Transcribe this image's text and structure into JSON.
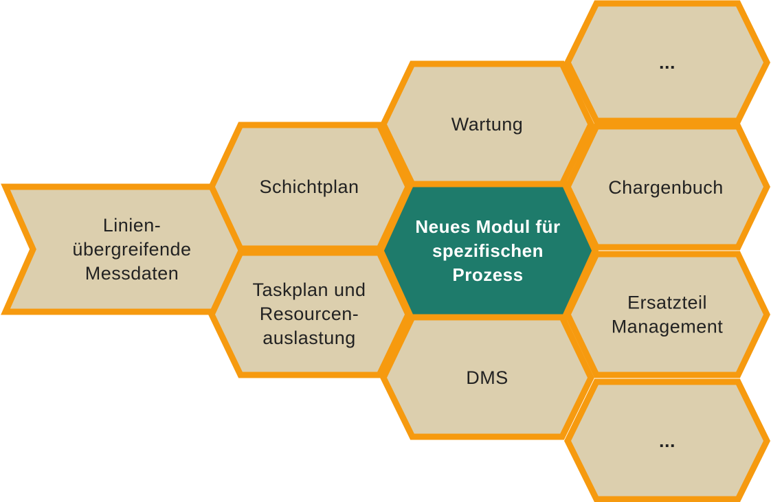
{
  "colors": {
    "cell_fill": "#dccfae",
    "cell_border": "#f69a0f",
    "center_fill": "#1e7b6b",
    "text": "#222222",
    "center_text": "#ffffff"
  },
  "cells": {
    "linien_messdaten": {
      "lines": [
        "Linien-",
        "übergreifende",
        "Messdaten"
      ]
    },
    "schichtplan": {
      "lines": [
        "Schichtplan"
      ]
    },
    "taskplan": {
      "lines": [
        "Taskplan und",
        "Resourcen-",
        "auslastung"
      ]
    },
    "wartung": {
      "lines": [
        "Wartung"
      ]
    },
    "neues_modul": {
      "lines": [
        "Neues Modul für",
        "spezifischen",
        "Prozess"
      ]
    },
    "dms": {
      "lines": [
        "DMS"
      ]
    },
    "more_top": {
      "lines": [
        "..."
      ]
    },
    "chargenbuch": {
      "lines": [
        "Chargenbuch"
      ]
    },
    "ersatzteil": {
      "lines": [
        "Ersatzteil",
        "Management"
      ]
    },
    "more_bottom": {
      "lines": [
        "..."
      ]
    }
  }
}
